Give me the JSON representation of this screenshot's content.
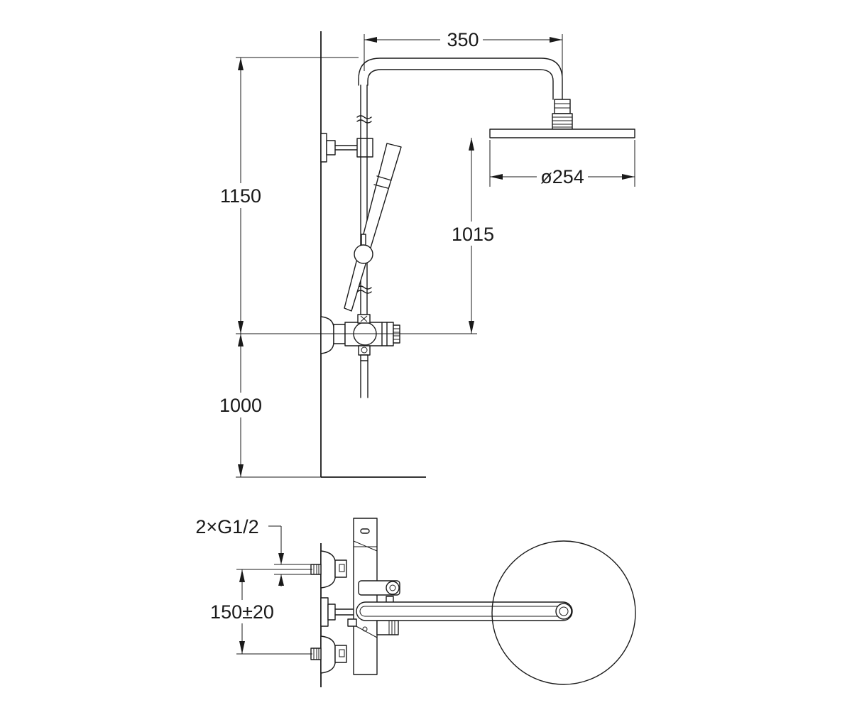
{
  "dimensions": {
    "arm_length": "350",
    "head_diameter": "ø254",
    "total_height": "1150",
    "head_to_valve_height": "1015",
    "valve_height": "1000",
    "inlet_thread": "2×G1/2",
    "inlet_spacing": "150±20"
  }
}
